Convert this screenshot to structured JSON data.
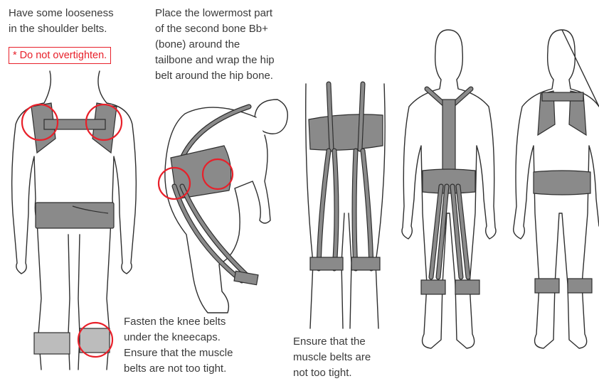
{
  "notes": {
    "shoulder": "Have some looseness\nin the shoulder belts.",
    "warning": "* Do not overtighten.",
    "bone": "Place the lowermost part\nof the second bone Bb+\n(bone) around the\ntailbone and wrap the hip\nbelt around the hip bone.",
    "knee": "Fasten the knee belts\nunder the kneecaps.\nEnsure that the muscle\nbelts are not too tight.",
    "muscle": "Ensure that the\nmuscle belts are\nnot too tight."
  },
  "colors": {
    "accent": "#e8202a",
    "belt": "#8a8a8a",
    "belt_light": "#bcbcbc",
    "outline": "#2e2e2e"
  }
}
